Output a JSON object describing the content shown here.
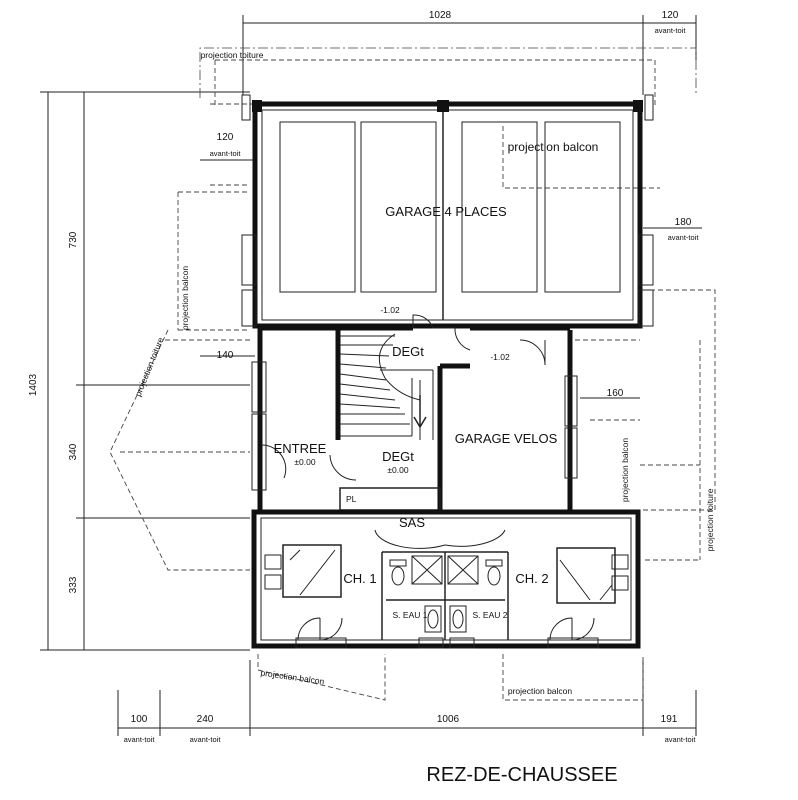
{
  "title": "REZ-DE-CHAUSSEE",
  "rooms": {
    "garage": "GARAGE 4 PLACES",
    "deg_top": "DEGt",
    "deg_mid": "DEGt",
    "deg_mid_level": "±0.00",
    "entree": "ENTREE",
    "entree_level": "±0.00",
    "garage_velos": "GARAGE VELOS",
    "sas": "SAS",
    "ch1": "CH. 1",
    "ch2": "CH. 2",
    "seau1": "S. EAU 1",
    "seau2": "S. EAU 2",
    "pl": "PL"
  },
  "levels": {
    "garage_left": "-1.02",
    "velos": "-1.02"
  },
  "annotations": {
    "projection_toiture_top": "projection toiture",
    "projection_toiture_left": "projection toiture",
    "projection_toiture_right": "projection toiture",
    "projection_balcon_top": "projection balcon",
    "projection_balcon_left": "projection balcon",
    "projection_balcon_right": "projection balcon",
    "projection_balcon_bottom_left": "projection balcon",
    "projection_balcon_bottom_right": "projection balcon",
    "avant_toit": "avant-toit"
  },
  "dimensions": {
    "top_total": "1028",
    "top_right": "120",
    "left_total": "1403",
    "left_730": "730",
    "left_340": "340",
    "left_333": "333",
    "inner_120": "120",
    "inner_140": "140",
    "right_180": "180",
    "right_160": "160",
    "bottom_100": "100",
    "bottom_240": "240",
    "bottom_1006": "1006",
    "bottom_191": "191"
  }
}
